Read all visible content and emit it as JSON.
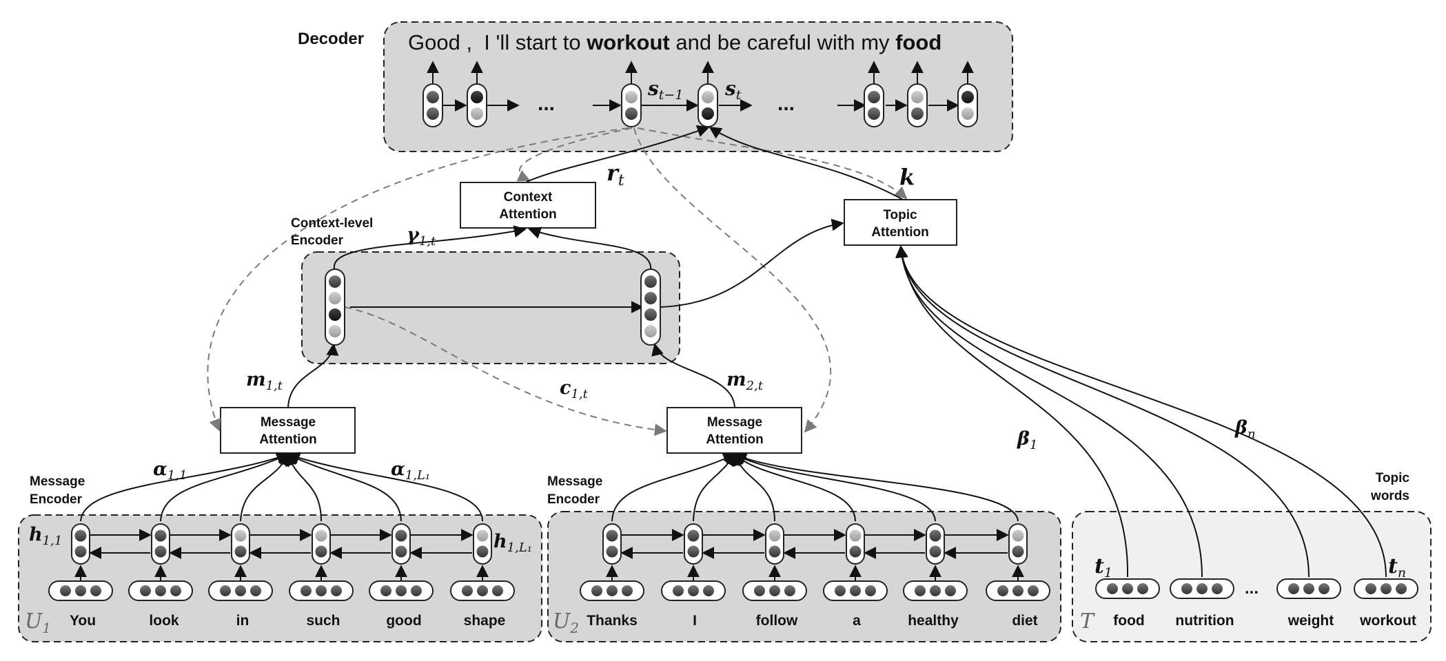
{
  "decoder": {
    "title": "Decoder",
    "sentence": [
      {
        "text": "Good ,  I 'll start to ",
        "bold": false
      },
      {
        "text": "workout",
        "bold": true
      },
      {
        "text": " and be careful with my ",
        "bold": false
      },
      {
        "text": "food",
        "bold": true
      }
    ],
    "dots": "...",
    "state_prev": {
      "base": "s",
      "sub": "t−1"
    },
    "state_cur": {
      "base": "s",
      "sub": "t"
    }
  },
  "context_attention": {
    "line1": "Context",
    "line2": "Attention"
  },
  "topic_attention": {
    "line1": "Topic",
    "line2": "Attention"
  },
  "context_encoder": {
    "line1": "Context-level",
    "line2": "Encoder"
  },
  "message_attention": {
    "line1": "Message",
    "line2": "Attention"
  },
  "message_encoder": {
    "line1": "Message",
    "line2": "Encoder"
  },
  "topic_words_title": {
    "line1": "Topic",
    "line2": "words"
  },
  "symbols": {
    "r_t": {
      "base": "r",
      "sub": "t"
    },
    "k": {
      "base": "k"
    },
    "gamma": {
      "base": "γ",
      "sub": "1,t"
    },
    "m1": {
      "base": "m",
      "sub": "1,t"
    },
    "m2": {
      "base": "m",
      "sub": "2,t"
    },
    "c1": {
      "base": "c",
      "sub": "1,t"
    },
    "alpha11": {
      "base": "α",
      "sub": "1,1"
    },
    "alpha1L": {
      "base": "α",
      "sub": "1,L₁"
    },
    "h11": {
      "base": "h",
      "sub": "1,1"
    },
    "h1L": {
      "base": "h",
      "sub": "1,L₁"
    },
    "beta1": {
      "base": "β",
      "sub": "1"
    },
    "betan": {
      "base": "β",
      "sub": "n"
    },
    "t1": {
      "base": "t",
      "sub": "1"
    },
    "tn": {
      "base": "t",
      "sub": "n"
    }
  },
  "u1": {
    "label": "U",
    "sub": "1",
    "words": [
      "You",
      "look",
      "in",
      "such",
      "good",
      "shape"
    ]
  },
  "u2": {
    "label": "U",
    "sub": "2",
    "words": [
      "Thanks",
      "I",
      "follow",
      "a",
      "healthy",
      "diet"
    ]
  },
  "topic": {
    "label": "T",
    "words": [
      "food",
      "nutrition",
      "weight",
      "workout"
    ],
    "dots": "..."
  },
  "colors": {
    "panel": "#d6d6d6",
    "panel_light": "#f0f0f0",
    "dark_node": "#555555",
    "light_node": "#b0b0b0",
    "dashed": "#7a7a7a"
  }
}
